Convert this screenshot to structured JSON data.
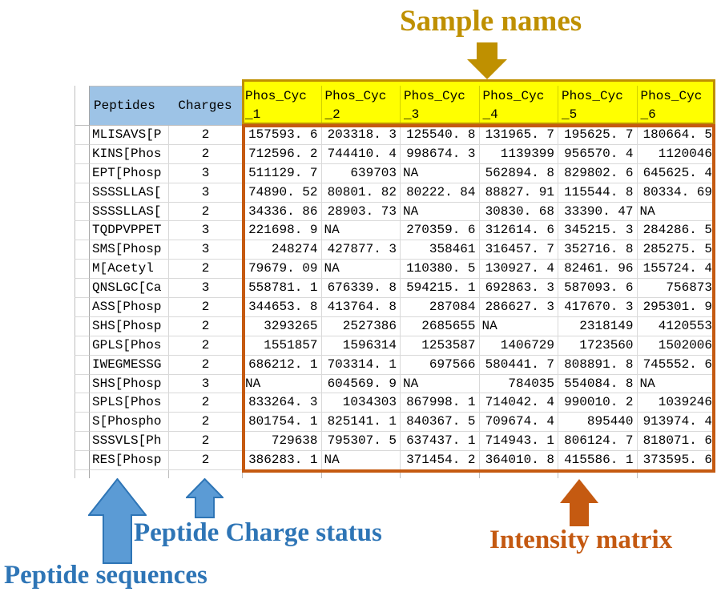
{
  "annotations": {
    "sample_names": "Sample names",
    "peptide_sequences": "Peptide sequences",
    "peptide_charge_status": "Peptide Charge status",
    "intensity_matrix": "Intensity matrix"
  },
  "colors": {
    "header_blue": "#9DC3E6",
    "header_yellow": "#FFFF00",
    "sample_box_border": "#BF9000",
    "matrix_box_border": "#C55A11",
    "gold_annotation": "#BF9000",
    "blue_annotation": "#2E75B6",
    "blue_arrow_fill": "#5B9BD5",
    "orange_annotation": "#C45911",
    "gridline": "#D9D9D9"
  },
  "table": {
    "header": {
      "peptides": "Peptides",
      "charges": "Charges",
      "sample_prefix": "Phos_Cyc",
      "sample_suffixes": [
        "_1",
        "_2",
        "_3",
        "_4",
        "_5",
        "_6"
      ]
    },
    "columns": [
      "Peptides",
      "Charges",
      "Phos_Cyc_1",
      "Phos_Cyc_2",
      "Phos_Cyc_3",
      "Phos_Cyc_4",
      "Phos_Cyc_5",
      "Phos_Cyc_6"
    ],
    "na_text": "NA",
    "rows": [
      {
        "peptide": "MLISAVS[P",
        "charge": "2",
        "values": [
          "157593.6",
          "203318.3",
          "125540.8",
          "131965.7",
          "195625.7",
          "180664.5"
        ]
      },
      {
        "peptide": "KINS[Phos",
        "charge": "2",
        "values": [
          "712596.2",
          "744410.4",
          "998674.3",
          "1139399",
          "956570.4",
          "1120046"
        ]
      },
      {
        "peptide": "EPT[Phosp",
        "charge": "3",
        "values": [
          "511129.7",
          "639703",
          "NA",
          "562894.8",
          "829802.6",
          "645625.4"
        ]
      },
      {
        "peptide": "SSSSLLAS[",
        "charge": "3",
        "values": [
          "74890.52",
          "80801.82",
          "80222.84",
          "88827.91",
          "115544.8",
          "80334.69"
        ]
      },
      {
        "peptide": "SSSSLLAS[",
        "charge": "2",
        "values": [
          "34336.86",
          "28903.73",
          "NA",
          "30830.68",
          "33390.47",
          "NA"
        ]
      },
      {
        "peptide": "TQDPVPPET",
        "charge": "3",
        "values": [
          "221698.9",
          "NA",
          "270359.6",
          "312614.6",
          "345215.3",
          "284286.5"
        ]
      },
      {
        "peptide": "SMS[Phosp",
        "charge": "3",
        "values": [
          "248274",
          "427877.3",
          "358461",
          "316457.7",
          "352716.8",
          "285275.5"
        ]
      },
      {
        "peptide": "M[Acetyl",
        "charge": "2",
        "values": [
          "79679.09",
          "NA",
          "110380.5",
          "130927.4",
          "82461.96",
          "155724.4"
        ]
      },
      {
        "peptide": "QNSLGC[Ca",
        "charge": "3",
        "values": [
          "558781.1",
          "676339.8",
          "594215.1",
          "692863.3",
          "587093.6",
          "756873"
        ]
      },
      {
        "peptide": "ASS[Phosp",
        "charge": "2",
        "values": [
          "344653.8",
          "413764.8",
          "287084",
          "286627.3",
          "417670.3",
          "295301.9"
        ]
      },
      {
        "peptide": "SHS[Phosp",
        "charge": "2",
        "values": [
          "3293265",
          "2527386",
          "2685655",
          "NA",
          "2318149",
          "4120553"
        ]
      },
      {
        "peptide": "GPLS[Phos",
        "charge": "2",
        "values": [
          "1551857",
          "1596314",
          "1253587",
          "1406729",
          "1723560",
          "1502006"
        ]
      },
      {
        "peptide": "IWEGMESSG",
        "charge": "2",
        "values": [
          "686212.1",
          "703314.1",
          "697566",
          "580441.7",
          "808891.8",
          "745552.6"
        ]
      },
      {
        "peptide": "SHS[Phosp",
        "charge": "3",
        "values": [
          "NA",
          "604569.9",
          "NA",
          "784035",
          "554084.8",
          "NA"
        ]
      },
      {
        "peptide": "SPLS[Phos",
        "charge": "2",
        "values": [
          "833264.3",
          "1034303",
          "867998.1",
          "714042.4",
          "990010.2",
          "1039246"
        ]
      },
      {
        "peptide": "S[Phospho",
        "charge": "2",
        "values": [
          "801754.1",
          "825141.1",
          "840367.5",
          "709674.4",
          "895440",
          "913974.4"
        ]
      },
      {
        "peptide": "SSSVLS[Ph",
        "charge": "2",
        "values": [
          "729638",
          "795307.5",
          "637437.1",
          "714943.1",
          "806124.7",
          "818071.6"
        ]
      },
      {
        "peptide": "RES[Phosp",
        "charge": "2",
        "values": [
          "386283.1",
          "NA",
          "371454.2",
          "364010.8",
          "415586.1",
          "373595.6"
        ]
      }
    ]
  }
}
